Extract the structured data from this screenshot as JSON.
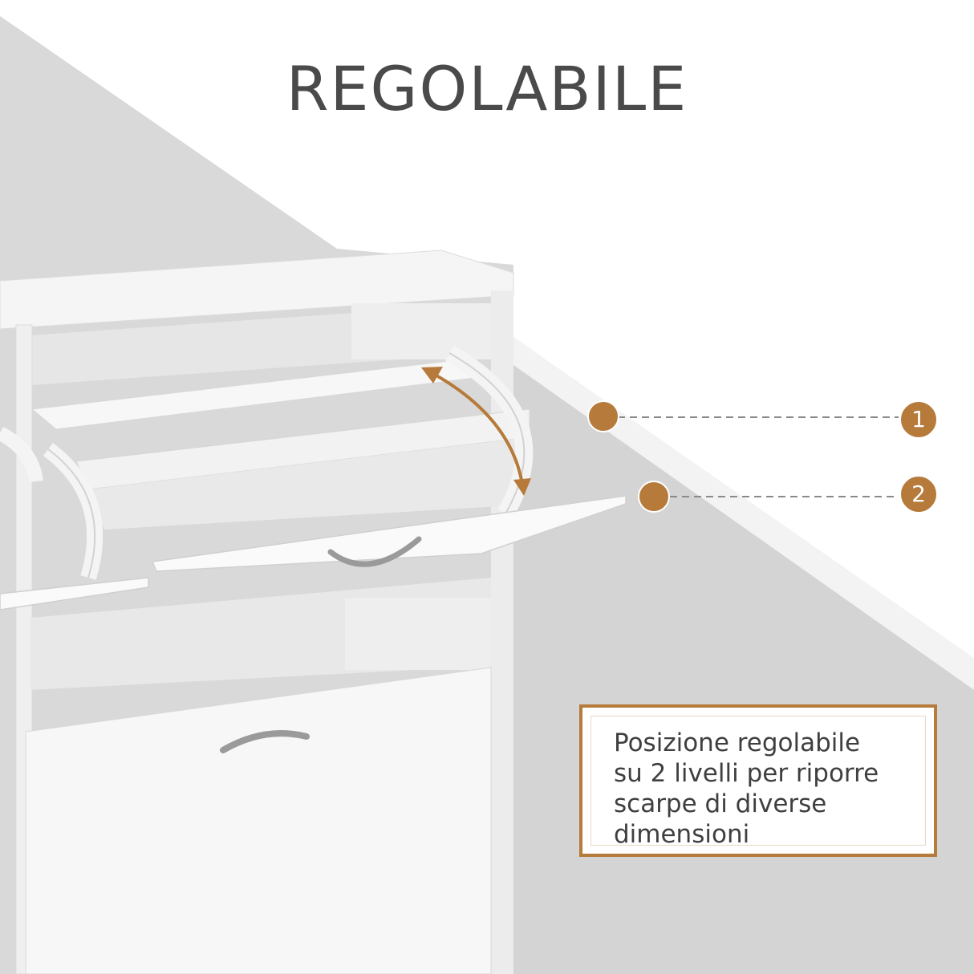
{
  "title": "REGOLABILE",
  "callouts": [
    {
      "number": "1"
    },
    {
      "number": "2"
    }
  ],
  "description": "Posizione regolabile\nsu 2 livelli per riporre\nscarpe di diverse\ndimensioni",
  "colors": {
    "accent": "#b67a3a",
    "text": "#4a4a4a",
    "background_light": "#f1f1f1",
    "background_gray": "#dadada",
    "cabinet_white": "#f4f4f4"
  }
}
